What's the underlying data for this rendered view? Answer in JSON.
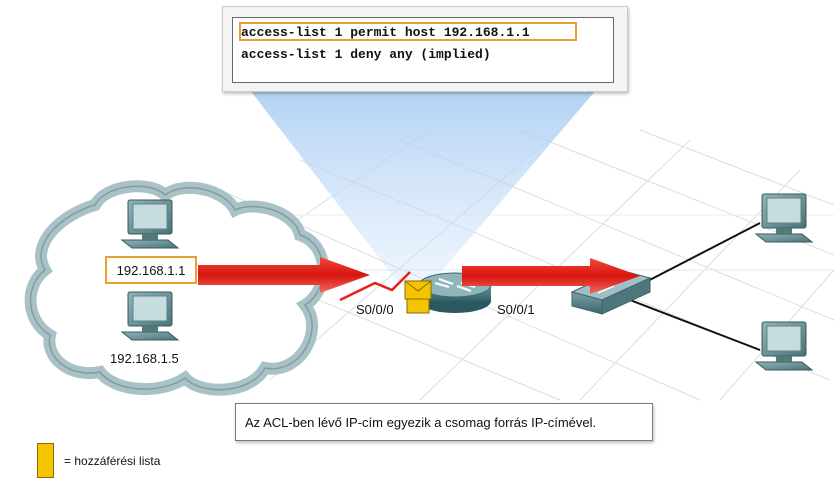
{
  "acl": {
    "line1": "access-list 1 permit host 192.168.1.1",
    "line2": "access-list 1 deny any (implied)"
  },
  "hosts": {
    "permitted_ip": "192.168.1.1",
    "other_ip": "192.168.1.5"
  },
  "router": {
    "in_interface": "S0/0/0",
    "out_interface": "S0/0/1"
  },
  "message": "Az ACL-ben lévő IP-cím egyezik a csomag forrás IP-címével.",
  "legend": {
    "label": "= hozzáférési lista",
    "color": "#f5c400"
  },
  "colors": {
    "highlight": "#e8a033",
    "packet_arrow": "#e8201c",
    "serial_link": "#e8201c",
    "cloud_border": "#a9c2c6",
    "beam": "#a9ccf2"
  }
}
